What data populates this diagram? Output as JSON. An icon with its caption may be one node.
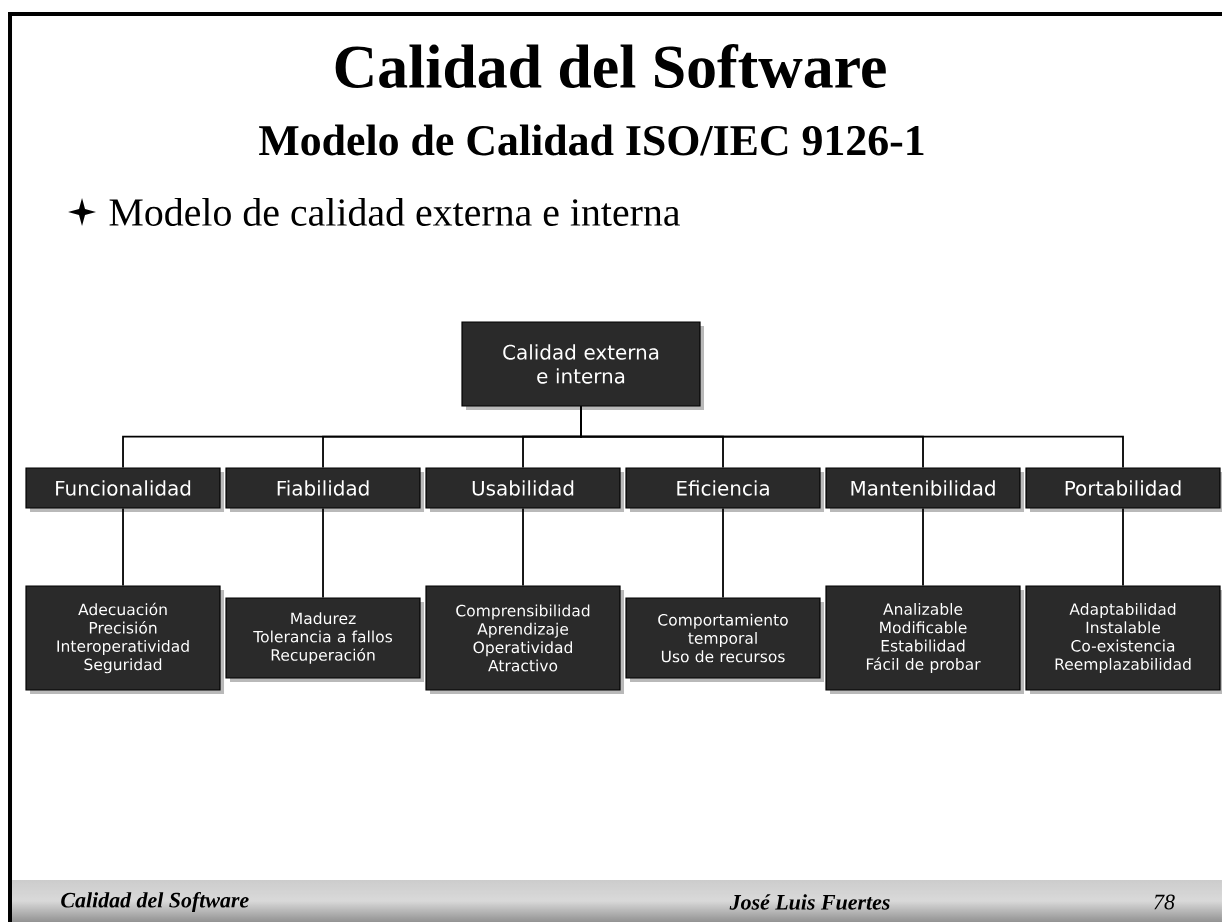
{
  "diagram": {
    "title": "Calidad del Software",
    "nodes": [
      {
        "text": [
          "Calidad externa e interna"
        ]
      },
      {
        "text": [
          "Funcionalidad"
        ]
      },
      {
        "text": [
          "Fiabilidad"
        ]
      },
      {
        "text": [
          "Usabilidad"
        ]
      },
      {
        "text": [
          "Eficiencia"
        ]
      },
      {
        "text": [
          "Mantenibilidad"
        ]
      },
      {
        "text": [
          "Portabilidad"
        ]
      },
      {
        "text": [
          "Adecuación",
          "Precisión",
          "Interoperatividad",
          "Seguridad"
        ]
      },
      {
        "text": [
          "Madurez",
          "Tolerancia a fallos",
          "Recuperación"
        ]
      },
      {
        "text": [
          "Comprensibilidad",
          "Aprendizaje",
          "Operatividad",
          "Atractivo"
        ]
      },
      {
        "text": [
          "Comportamiento temporal",
          "Uso de recursos"
        ]
      },
      {
        "text": [
          "Analizable",
          "Modificable",
          "Estabilidad",
          "Fácil de probar"
        ]
      },
      {
        "text": [
          "Adaptabilidad",
          "Instalable",
          "Co-existencia",
          "Reemplazabilidad"
        ]
      }
    ],
    "edges": [
      {
        "from": 0,
        "to": 1,
        "arrow": "none"
      },
      {
        "from": 0,
        "to": 2,
        "arrow": "none"
      },
      {
        "from": 0,
        "to": 3,
        "arrow": "none"
      },
      {
        "from": 0,
        "to": 4,
        "arrow": "none"
      },
      {
        "from": 0,
        "to": 5,
        "arrow": "none"
      },
      {
        "from": 0,
        "to": 6,
        "arrow": "none"
      },
      {
        "from": 1,
        "to": 7,
        "arrow": "none"
      },
      {
        "from": 2,
        "to": 8,
        "arrow": "none"
      },
      {
        "from": 3,
        "to": 9,
        "arrow": "none"
      },
      {
        "from": 4,
        "to": 10,
        "arrow": "none"
      },
      {
        "from": 5,
        "to": 11,
        "arrow": "none"
      },
      {
        "from": 6,
        "to": 12,
        "arrow": "none"
      }
    ],
    "labels": [
      "Modelo de Calidad ISO/IEC 9126-1",
      "Modelo de calidad externa e interna",
      "Calidad del Software",
      "José Luis Fuertes",
      "78"
    ]
  }
}
